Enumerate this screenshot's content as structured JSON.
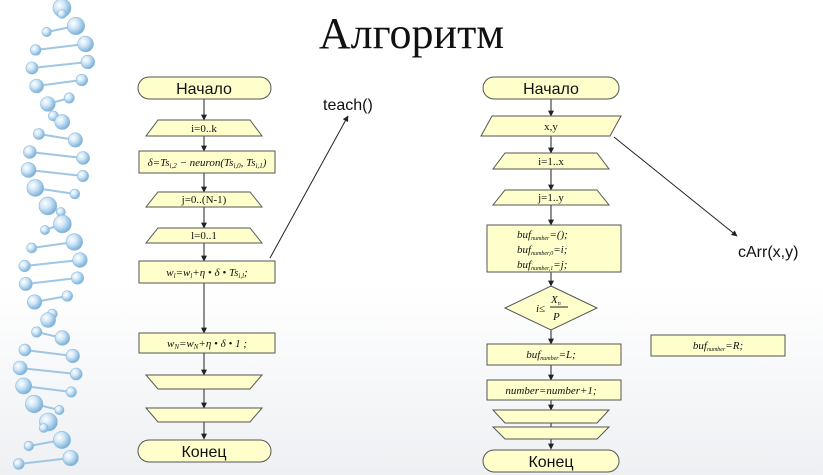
{
  "title": "Алгоритм",
  "left_flow": {
    "start": "Начало",
    "loop_i": "i=0..k",
    "delta": "δ=Ts",
    "delta_sub1": "i,2",
    "delta_rest": " − neuron(Ts",
    "delta_sub2": "i,0",
    "delta_mid": ", Ts",
    "delta_sub3": "i,1",
    "delta_end": ")",
    "loop_j": "j=0..(N-1)",
    "loop_l": "l=0..1",
    "update_w": "w",
    "update_w_sub": "l",
    "update_w_rest": "=w",
    "update_w_sub2": "l",
    "update_w_rest2": "+η • δ • Ts",
    "update_w_sub3": "i,l",
    "update_w_end": ";",
    "update_wn": "w",
    "update_wn_sub": "N",
    "update_wn_rest": "=w",
    "update_wn_sub2": "N",
    "update_wn_end": "+η • δ • 1 ;",
    "end": "Конец",
    "call_label": "teach()"
  },
  "right_flow": {
    "start": "Начало",
    "input": "x,y",
    "loop_i": "i=1..x",
    "loop_j": "j=1..y",
    "buf_1a": "buf",
    "buf_1b": "number",
    "buf_1c": "=();",
    "buf_2a": "buf",
    "buf_2b": "number,0",
    "buf_2c": "=i;",
    "buf_3a": "buf",
    "buf_3b": "number,1",
    "buf_3c": "=j;",
    "cond_a": "i≤",
    "cond_num": "X",
    "cond_num_sub": "n",
    "cond_den": "P",
    "buf_L_a": "buf",
    "buf_L_b": "number",
    "buf_L_c": "=L;",
    "number_inc": "number=number+1;",
    "buf_R_a": "buf",
    "buf_R_b": "number",
    "buf_R_c": "=R;",
    "end": "Конец",
    "call_label": "cArr(x,y)"
  }
}
